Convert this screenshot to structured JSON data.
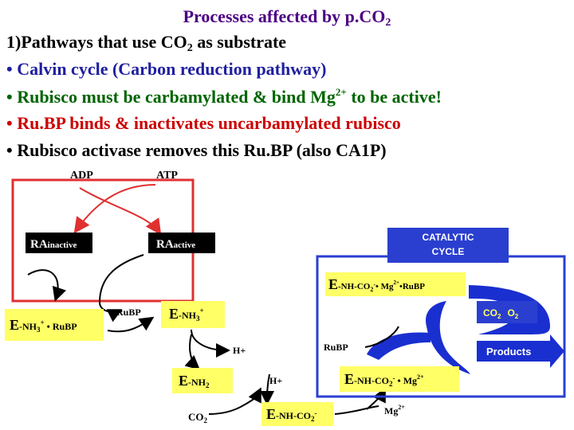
{
  "title": {
    "main": "Processes affected by p.CO",
    "sub": "2"
  },
  "lines": [
    {
      "a": "1)Pathways that use CO",
      "sub": "2",
      "b": " as substrate"
    },
    {
      "text": "• Calvin cycle (Carbon reduction pathway)"
    },
    {
      "a": "• Rubisco must be carbamylated & bind Mg",
      "sup": "2+",
      "b": " to be active!"
    },
    {
      "text": "• Ru.BP binds & inactivates uncarbamylated rubisco"
    },
    {
      "text": "• Rubisco activase removes this Ru.BP (also CA1P)"
    }
  ],
  "diagram": {
    "adp": "ADP",
    "atp": "ATP",
    "ra_inactive": {
      "main": "RA",
      "suffix": "inactive"
    },
    "ra_active": {
      "main": "RA",
      "suffix": "active"
    },
    "catalytic_cycle": [
      "CATALYTIC",
      "CYCLE"
    ],
    "e_nh_co2_mg_rubp": {
      "a": "E",
      "b": "-NH-CO",
      "c": "2",
      "d": "-",
      "e": "• Mg",
      "f": "2+",
      "g": "•RuBP"
    },
    "co2_o2": {
      "a": "CO",
      "b": "2",
      "c": "O",
      "d": "2"
    },
    "products": "Products",
    "rubp_top": "RuBP",
    "rubp_right": "RuBP",
    "e_nh3_rubp": {
      "a": "E",
      "b": "-NH",
      "c": "3",
      "d": "+",
      "e": " • RuBP"
    },
    "e_nh3": {
      "a": "E",
      "b": "-NH",
      "c": "3",
      "d": "+"
    },
    "h_plus_1": "H+",
    "e_nh2": {
      "a": "E",
      "b": "-NH",
      "c": "2"
    },
    "h_plus_2": "H+",
    "e_nh_co2_mg": {
      "a": "E",
      "b": "-NH-CO",
      "c": "2",
      "d": "-",
      "e": " • Mg",
      "f": "2+"
    },
    "co2": {
      "a": "CO",
      "b": "2"
    },
    "e_nh_co2": {
      "a": "E",
      "b": "-NH-CO",
      "c": "2",
      "d": "-"
    },
    "mg2": {
      "a": "Mg",
      "b": "2+"
    }
  },
  "colors": {
    "title": "#4B0082",
    "blue_line": "#1f1fa0",
    "green_line": "#006400",
    "red_line": "#cc0000",
    "yellow_box": "#ffff66",
    "catalytic_blue": "#2a3fcf",
    "arrow_red": "#e03030",
    "arrow_blue": "#1a2fd0"
  }
}
